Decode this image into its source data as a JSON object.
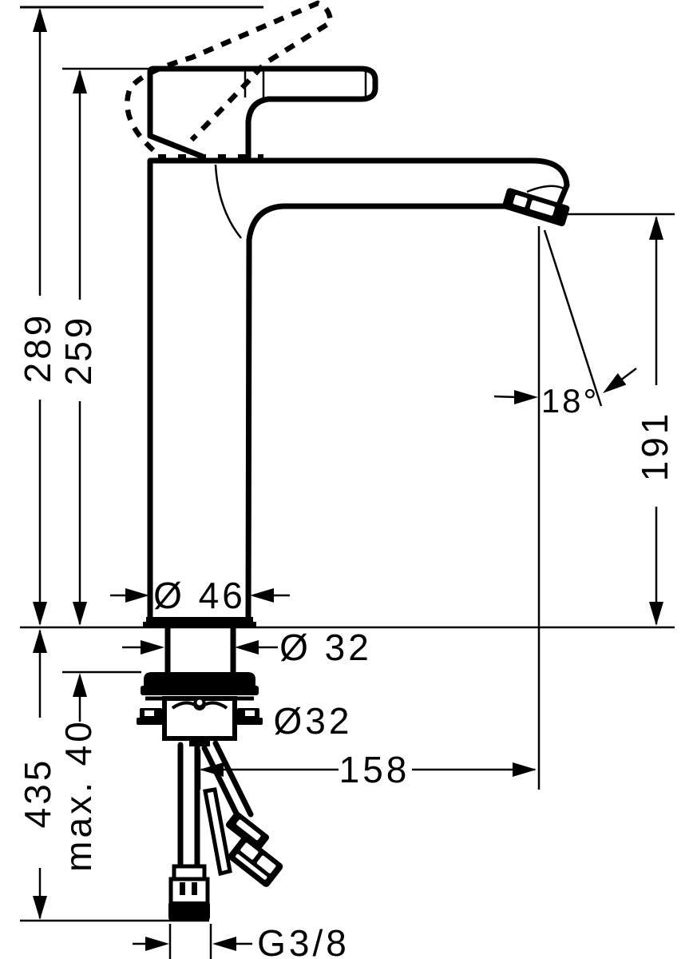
{
  "diagram": {
    "type": "technical-dimensional-drawing",
    "subject": "single-lever basin mixer tap, side view with installation dimensions",
    "colors": {
      "line": "#000000",
      "background": "#ffffff"
    },
    "labels": {
      "total_height": "289",
      "lever_height": "259",
      "spout_height": "191",
      "spout_angle": "18°",
      "body_diameter": "Ø 46",
      "shank_diameter": "Ø 32",
      "mounting_hole_diameter": "Ø32",
      "spout_reach": "158",
      "below_deck_length": "435",
      "max_mounting_thickness": "max. 40",
      "connection_thread": "G3/8"
    }
  }
}
